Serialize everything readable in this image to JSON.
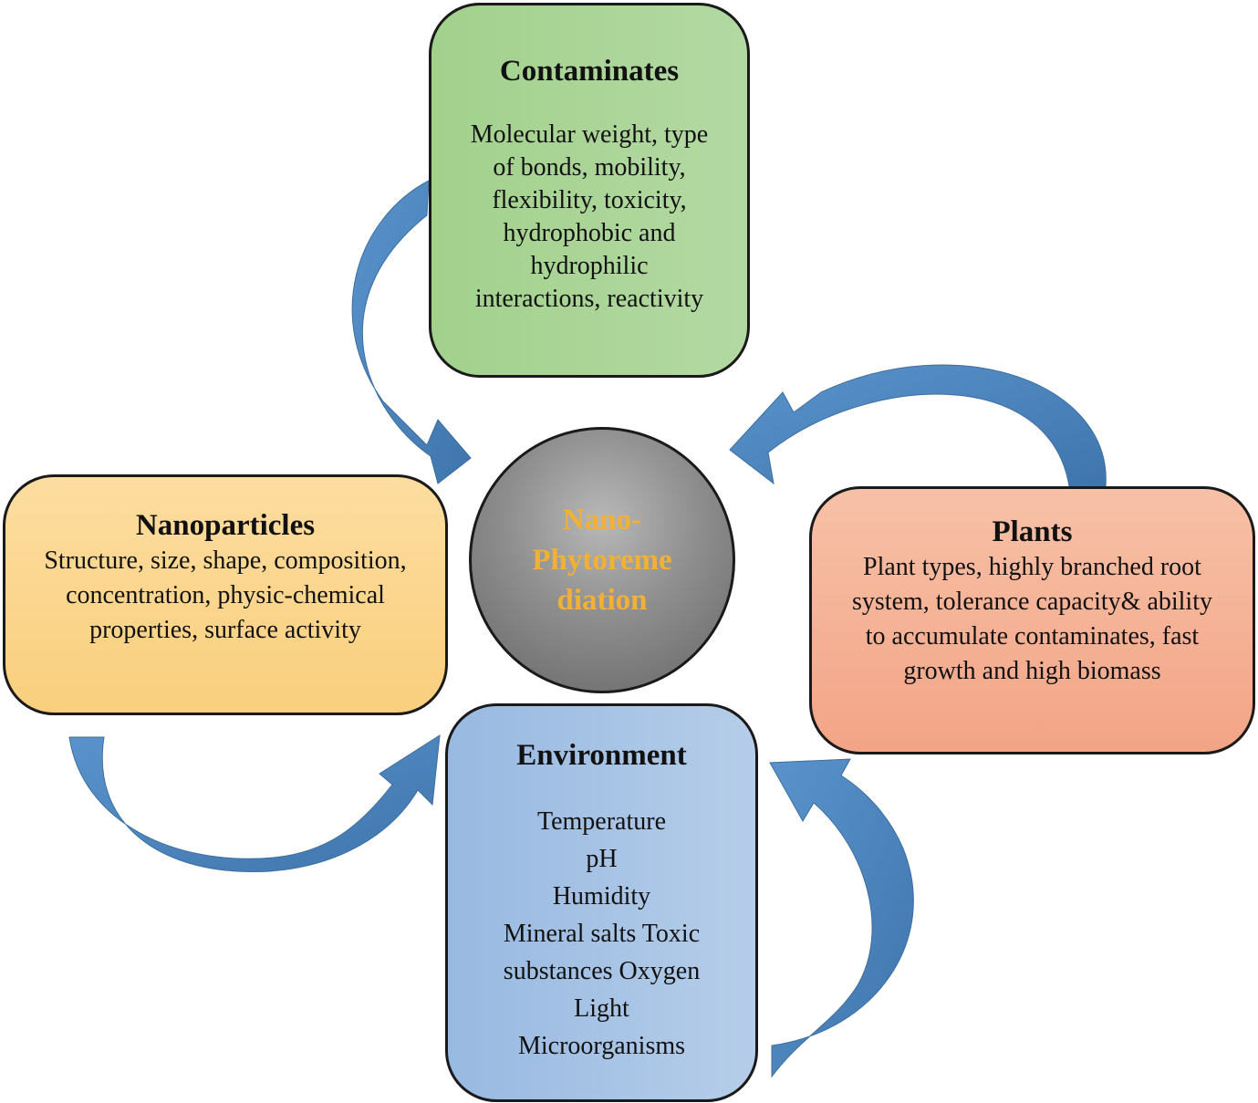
{
  "center": {
    "lines": [
      "Nano-",
      "Phytoreme",
      "diation"
    ],
    "text_color": "#f2b134"
  },
  "contaminates": {
    "title": "Contaminates",
    "lines": [
      "Molecular weight, type",
      "of bonds, mobility,",
      "flexibility, toxicity,",
      "hydrophobic and",
      "hydrophilic",
      "interactions, reactivity"
    ],
    "color": "#a9d496"
  },
  "nanoparticles": {
    "title": "Nanoparticles",
    "lines": [
      "Structure, size, shape, composition,",
      "concentration, physic-chemical",
      "properties, surface activity"
    ],
    "color": "#fbd58e"
  },
  "plants": {
    "title": "Plants",
    "lines": [
      "Plant types, highly branched root",
      "system, tolerance capacity& ability",
      "to accumulate contaminates, fast",
      "growth and high biomass"
    ],
    "color": "#f5b396"
  },
  "environment": {
    "title": "Environment",
    "lines": [
      "Temperature",
      "pH",
      "Humidity",
      "Mineral salts Toxic",
      "substances Oxygen",
      "Light",
      "Microorganisms"
    ],
    "color": "#a7c3e5"
  },
  "arrow_color": "#4e86be"
}
